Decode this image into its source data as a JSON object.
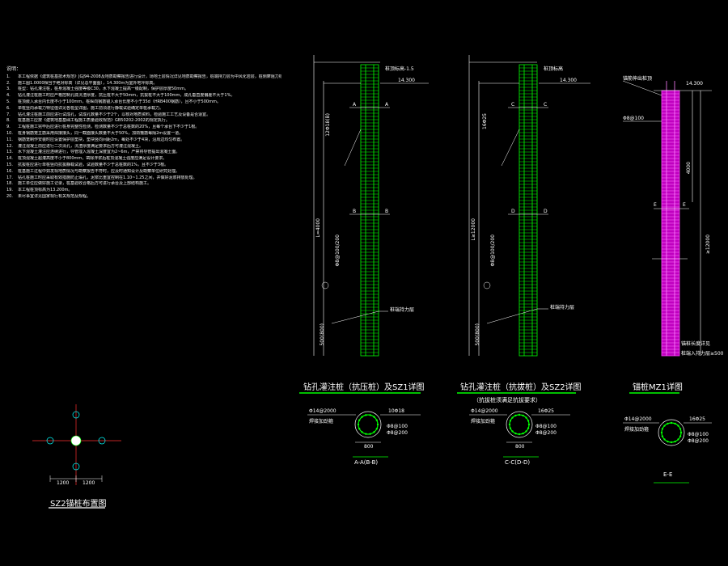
{
  "notes": {
    "heading": "说明：",
    "lines": [
      {
        "n": "1.",
        "t": "本工程依据《建筑桩基技术规范》JGJ94-2008及地质勘察报告进行设计，场地土层情况详见地质勘察报告，桩端持力层为中风化岩层，桩侧摩阻力标准值按规范取值。"
      },
      {
        "n": "2.",
        "t": "施工图1.0000相当于绝对标高（详见总平面图），14.300m为室外地坪标高。"
      },
      {
        "n": "3.",
        "t": "桩型：钻孔灌注桩，桩身混凝土强度等级C30，水下混凝土提高一级配制，保护层厚度50mm。"
      },
      {
        "n": "4.",
        "t": "钻孔灌注桩施工时应严格控制孔底沉渣厚度，抗压桩不大于50mm，抗拔桩不大于100mm，成孔垂直度偏差不大于1%。"
      },
      {
        "n": "5.",
        "t": "桩顶嵌入承台内长度不小于100mm，桩纵向钢筋锚入承台长度不小于35d（HRB400钢筋），且不小于500mm。"
      },
      {
        "n": "6.",
        "t": "单桩竖向承载力特征值详见各桩型详图，施工前须进行静载试验确定单桩承载力。"
      },
      {
        "n": "7.",
        "t": "钻孔灌注桩施工前应进行试成孔，试成孔数量不少于2个，以核对地质资料，检验施工工艺及设备是否适宜。"
      },
      {
        "n": "8.",
        "t": "桩基施工应按《建筑地基基础工程施工质量验收规范》GB50202-2002的规定执行。"
      },
      {
        "n": "9.",
        "t": "工程桩施工完毕后应进行桩身完整性检测，检测数量不少于总桩数的20%，且每个承台下不少于1根。"
      },
      {
        "n": "10.",
        "t": "桩身钢筋笼主筋采用焊接接头，同一截面接头数量不大于50%，加劲箍筋每隔2m设置一道。"
      },
      {
        "n": "11.",
        "t": "钢筋笼制作安装时应设置保护层垫块，垫块竖向间距2m，每处不少于4块，沿周边均匀布置。"
      },
      {
        "n": "12.",
        "t": "灌注混凝土前应进行二次清孔，沉渣厚度满足要求后方可灌注混凝土。"
      },
      {
        "n": "13.",
        "t": "水下混凝土灌注应连续进行，导管埋入混凝土深度宜为2~6m，严禁将导管提出混凝土面。"
      },
      {
        "n": "14.",
        "t": "桩顶混凝土超灌高度不小于800mm，凿除浮浆后桩顶混凝土强度应满足设计要求。"
      },
      {
        "n": "15.",
        "t": "抗拔桩应进行单桩竖向抗拔静载试验，试验数量不少于总桩数的1%，且不少于3根。"
      },
      {
        "n": "16.",
        "t": "桩基施工过程中如发现地质情况与勘察报告不符时，应及时通知设计及勘察单位研究处理。"
      },
      {
        "n": "17.",
        "t": "钻孔桩施工时应采取有效措施防止塌孔，泥浆比重宜控制在1.10~1.25之间，并做好泥浆排放处理。"
      },
      {
        "n": "18.",
        "t": "施工单位应做好施工记录，桩基验收合格后方可进行承台及上部结构施工。"
      },
      {
        "n": "19.",
        "t": "本工程桩顶标高为13.200m。"
      },
      {
        "n": "20.",
        "t": "未尽事宜详见国家现行有关规范及规程。"
      }
    ]
  },
  "pile_sz1": {
    "title": "钻孔灌注桩（抗压桩）及SZ1详图",
    "top_label": "桩顶标高-1.5",
    "level_label": "14.300",
    "section_a": "A",
    "section_b": "B",
    "length_label": "L=4000",
    "rebar_label": "12Φ18(B)",
    "stirrup_label": "Φ8@100/200",
    "bottom_label": "500(800)",
    "tag_label": "桩端持力层",
    "cross_title": "A-A(B-B)",
    "cross_top": "Φ14@2000",
    "cross_left": "焊接加劲箍",
    "cross_right1": "10Φ18",
    "cross_right2": "Φ8@100",
    "cross_right3": "Φ8@200",
    "cross_dim": "800"
  },
  "pile_sz2": {
    "title": "钻孔灌注桩（抗拔桩）及SZ2详图",
    "subtitle": "（抗拔桩须满足抗拔要求）",
    "top_label": "桩顶标高",
    "level_label": "14.300",
    "section_c": "C",
    "section_d": "D",
    "length_label": "L≥12000",
    "rebar_label": "16Φ25",
    "stirrup_label": "Φ8@100/200",
    "bottom_label": "500(800)",
    "tag_label": "桩端持力层",
    "cross_title": "C-C(D-D)",
    "cross_top": "Φ14@2000",
    "cross_left": "焊接加劲箍",
    "cross_right1": "16Φ25",
    "cross_right2": "Φ8@100",
    "cross_right3": "Φ8@200",
    "cross_dim": "800"
  },
  "pile_mz1": {
    "title": "锚桩MZ1详图",
    "top_label": "锚筋伸出桩顶",
    "level_label": "14.300",
    "section_e": "E",
    "length_label": "4000",
    "dim_label": "≥12000",
    "rebar_label": "Φ8@100",
    "bottom_label": "锚桩长度详见",
    "note_bottom": "桩端入持力层≥500",
    "cross_title": "E-E",
    "cross_top": "Φ14@2000",
    "cross_left": "焊接加劲箍",
    "cross_right1": "16Φ25",
    "cross_right2": "Φ8@100",
    "cross_right3": "Φ8@200"
  },
  "sz2_layout": {
    "title": "SZ2锚桩布置图",
    "dim_left": "1200",
    "dim_right": "1200"
  },
  "colors": {
    "background": "#000000",
    "rebar": "#00ff00",
    "anchor": "#ff00ff",
    "text": "#ffffff",
    "axis": "#ff3030",
    "dim": "#00ffff"
  }
}
